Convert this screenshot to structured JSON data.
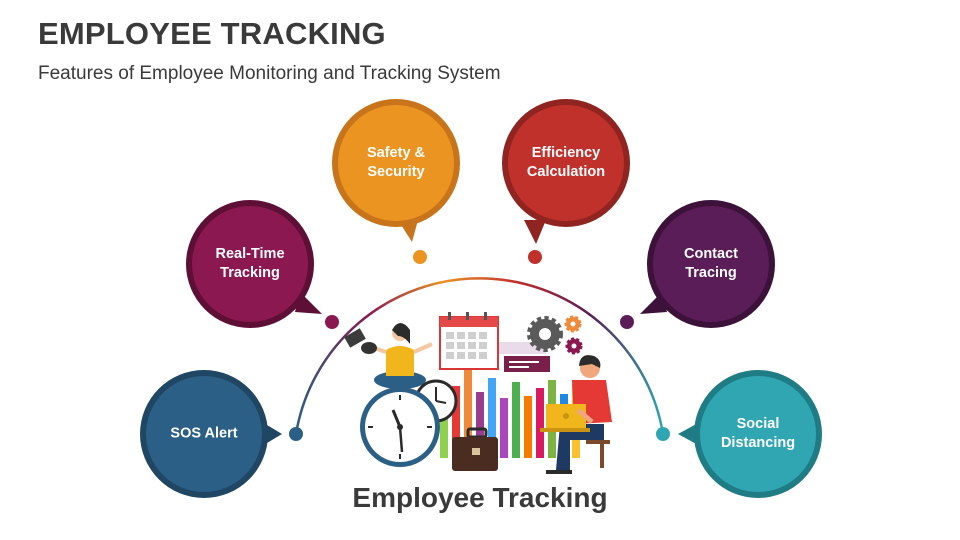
{
  "header": {
    "title": "EMPLOYEE TRACKING",
    "subtitle": "Features of Employee Monitoring and Tracking System"
  },
  "features": [
    {
      "label": "SOS Alert",
      "color": "#2b5f86"
    },
    {
      "label": "Real-Time\nTracking",
      "color": "#8b1850"
    },
    {
      "label": "Safety &\nSecurity",
      "color": "#eb9422"
    },
    {
      "label": "Efficiency\nCalculation",
      "color": "#c0312c"
    },
    {
      "label": "Contact\nTracing",
      "color": "#5a1d57"
    },
    {
      "label": "Social\nDistancing",
      "color": "#2fa6b2"
    }
  ],
  "center": {
    "label": "Employee Tracking"
  },
  "illustration": {
    "icons": [
      "clock-icon",
      "calendar-icon",
      "gear-icon",
      "briefcase-icon",
      "bar-chart-icon",
      "woman-meditating-icon",
      "man-with-laptop-icon"
    ]
  }
}
